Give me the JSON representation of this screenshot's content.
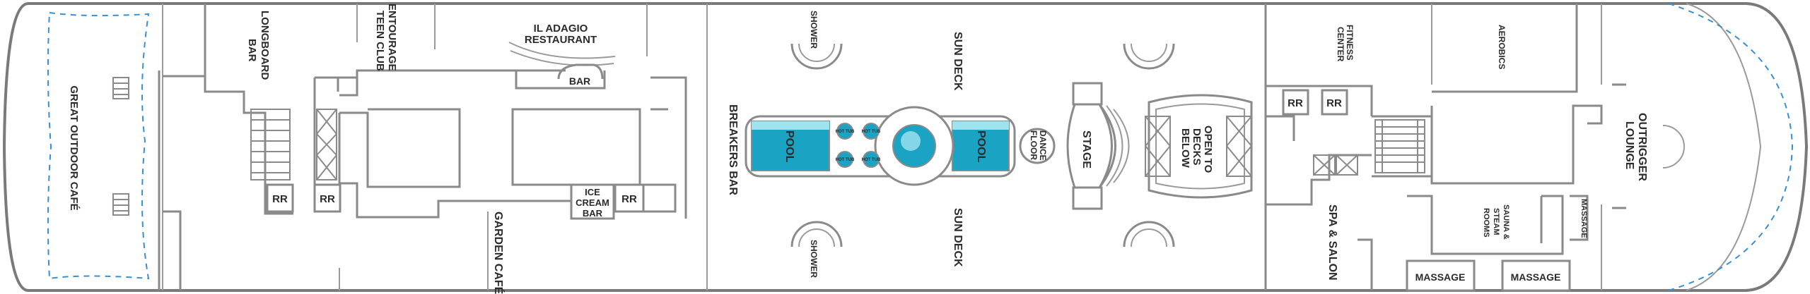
{
  "colors": {
    "background": "#ffffff",
    "walls": "#8a8a8a",
    "labels": "#2b2b2b",
    "pool_water": "#1aa3c2",
    "pool_highlight": "#9fe3ef",
    "open_deck_line": "#3a8fd0"
  },
  "areas": {
    "great_outdoor_cafe": "GREAT OUTDOOR CAFÉ",
    "longboard_bar_1": "LONGBOARD",
    "longboard_bar_2": "BAR",
    "entourage_1": "ENTOURAGE",
    "entourage_2": "TEEN CLUB",
    "il_adagio_1": "IL ADAGIO",
    "il_adagio_2": "RESTAURANT",
    "bar": "BAR",
    "ice_cream_1": "ICE",
    "ice_cream_2": "CREAM",
    "ice_cream_3": "BAR",
    "rr": "RR",
    "garden_cafe": "GARDEN CAFÉ",
    "shower": "SHOWER",
    "breakers_bar": "BREAKERS BAR",
    "pool": "POOL",
    "hot_tub": "HOT TUB",
    "sun_deck": "SUN DECK",
    "dance_floor_1": "DANCE",
    "dance_floor_2": "FLOOR",
    "stage": "STAGE",
    "open_to_decks_1": "OPEN TO",
    "open_to_decks_2": "DECKS",
    "open_to_decks_3": "BELOW",
    "fitness_1": "FITNESS",
    "fitness_2": "CENTER",
    "aerobics": "AEROBICS",
    "spa_salon": "SPA & SALON",
    "sauna_1": "SAUNA &",
    "sauna_2": "STEAM",
    "sauna_3": "ROOMS",
    "massage": "MASSAGE",
    "outrigger_1": "OUTRIGGER",
    "outrigger_2": "LOUNGE"
  }
}
